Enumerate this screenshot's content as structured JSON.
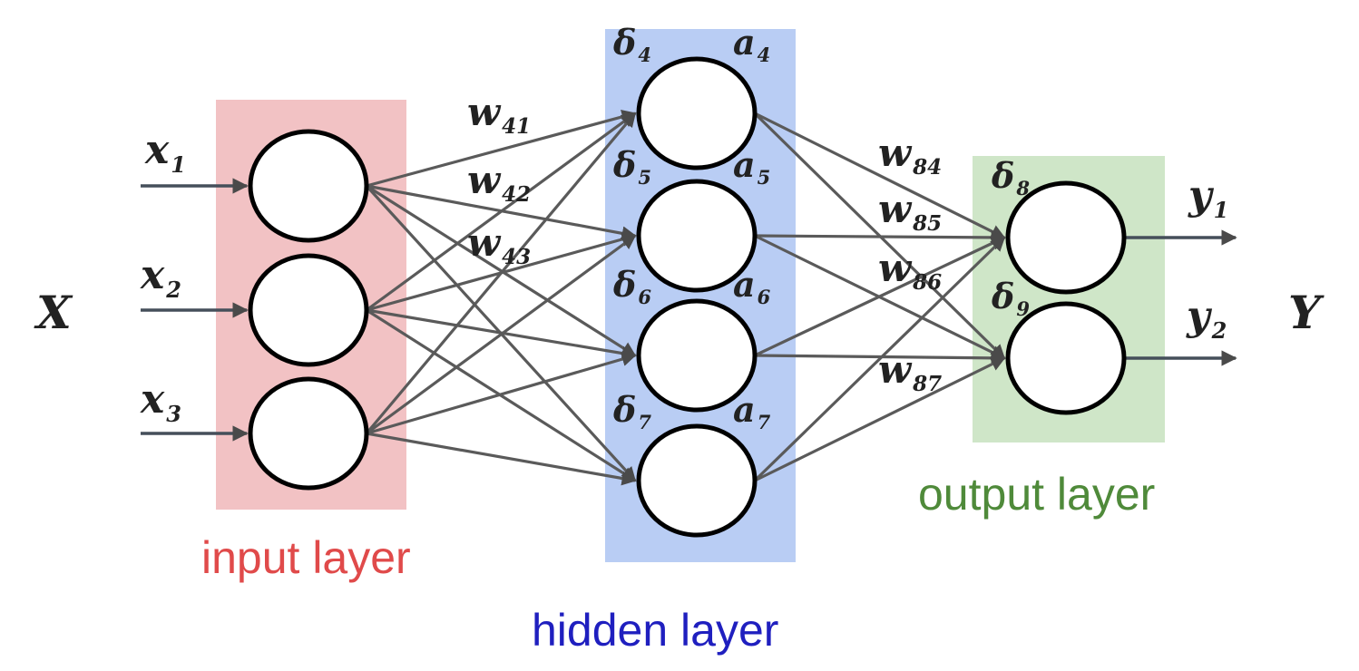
{
  "colors": {
    "input_box": "#f2c2c4",
    "hidden_box": "#b9cdf4",
    "output_box": "#cfe6c8",
    "input_label": "#e04a4a",
    "hidden_label": "#1f1fbf",
    "output_label": "#4f8a3a",
    "edge": "#5a5a5a"
  },
  "labels": {
    "input_layer": "input layer",
    "hidden_layer": "hidden layer",
    "output_layer": "output layer",
    "X": "X",
    "Y": "Y"
  },
  "inputs": [
    {
      "base": "x",
      "sub": "1"
    },
    {
      "base": "x",
      "sub": "2"
    },
    {
      "base": "x",
      "sub": "3"
    }
  ],
  "outputs": [
    {
      "base": "y",
      "sub": "1"
    },
    {
      "base": "y",
      "sub": "2"
    }
  ],
  "hidden_nodes": [
    {
      "delta": "δ",
      "delta_sub": "4",
      "a": "a",
      "a_sub": "4"
    },
    {
      "delta": "δ",
      "delta_sub": "5",
      "a": "a",
      "a_sub": "5"
    },
    {
      "delta": "δ",
      "delta_sub": "6",
      "a": "a",
      "a_sub": "6"
    },
    {
      "delta": "δ",
      "delta_sub": "7",
      "a": "a",
      "a_sub": "7"
    }
  ],
  "output_nodes": [
    {
      "delta": "δ",
      "delta_sub": "8"
    },
    {
      "delta": "δ",
      "delta_sub": "9"
    }
  ],
  "weights_in": [
    {
      "base": "w",
      "sub": "41"
    },
    {
      "base": "w",
      "sub": "42"
    },
    {
      "base": "w",
      "sub": "43"
    }
  ],
  "weights_out": [
    {
      "base": "w",
      "sub": "84"
    },
    {
      "base": "w",
      "sub": "85"
    },
    {
      "base": "w",
      "sub": "86"
    },
    {
      "base": "w",
      "sub": "87"
    }
  ]
}
